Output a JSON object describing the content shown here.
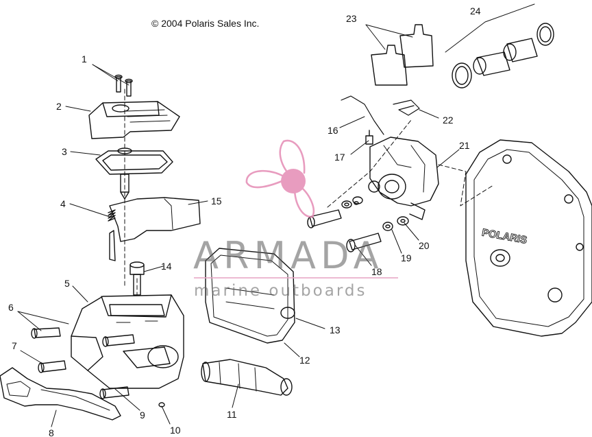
{
  "copyright": "© 2004 Polaris Sales Inc.",
  "watermark": {
    "title": "ARMADA",
    "subtitle": "marine outboards",
    "accent_color": "#e48bb4"
  },
  "housing_brand": "POLARIS",
  "callouts": {
    "c1": "1",
    "c2": "2",
    "c3": "3",
    "c4": "4",
    "c5": "5",
    "c6": "6",
    "c7": "7",
    "c8": "8",
    "c9": "9",
    "c10": "10",
    "c11": "11",
    "c12": "12",
    "c13": "13",
    "c14": "14",
    "c15": "15",
    "c16": "16",
    "c17": "17",
    "c18": "18",
    "c19": "19",
    "c20": "20",
    "c21": "21",
    "c22": "22",
    "c23": "23",
    "c24": "24"
  }
}
